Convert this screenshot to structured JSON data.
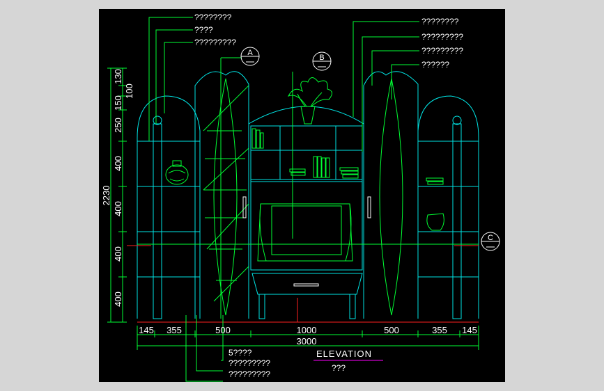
{
  "colors": {
    "canvas": "#000000",
    "outer": "#d6d6d6",
    "cyan": "#00e5e5",
    "green": "#00ff33",
    "white": "#ffffff",
    "red": "#ff2020",
    "magenta": "#ff00ff"
  },
  "callouts": {
    "left": [
      "????????",
      "????",
      "?????????"
    ],
    "right": [
      "????????",
      "?????????",
      "?????????",
      "??????"
    ],
    "bottom": [
      "5????",
      "?????????",
      "?????????"
    ]
  },
  "sections": {
    "a": "A",
    "b": "B",
    "c": "C"
  },
  "dims_bottom": [
    "145",
    "355",
    "500",
    "1000",
    "500",
    "355",
    "145"
  ],
  "dim_total_width": "3000",
  "dims_left": [
    "130",
    "100",
    "150",
    "250",
    "400",
    "400",
    "400",
    "400"
  ],
  "dim_total_height": "2230",
  "title": "ELEVATION",
  "subtitle": "???"
}
